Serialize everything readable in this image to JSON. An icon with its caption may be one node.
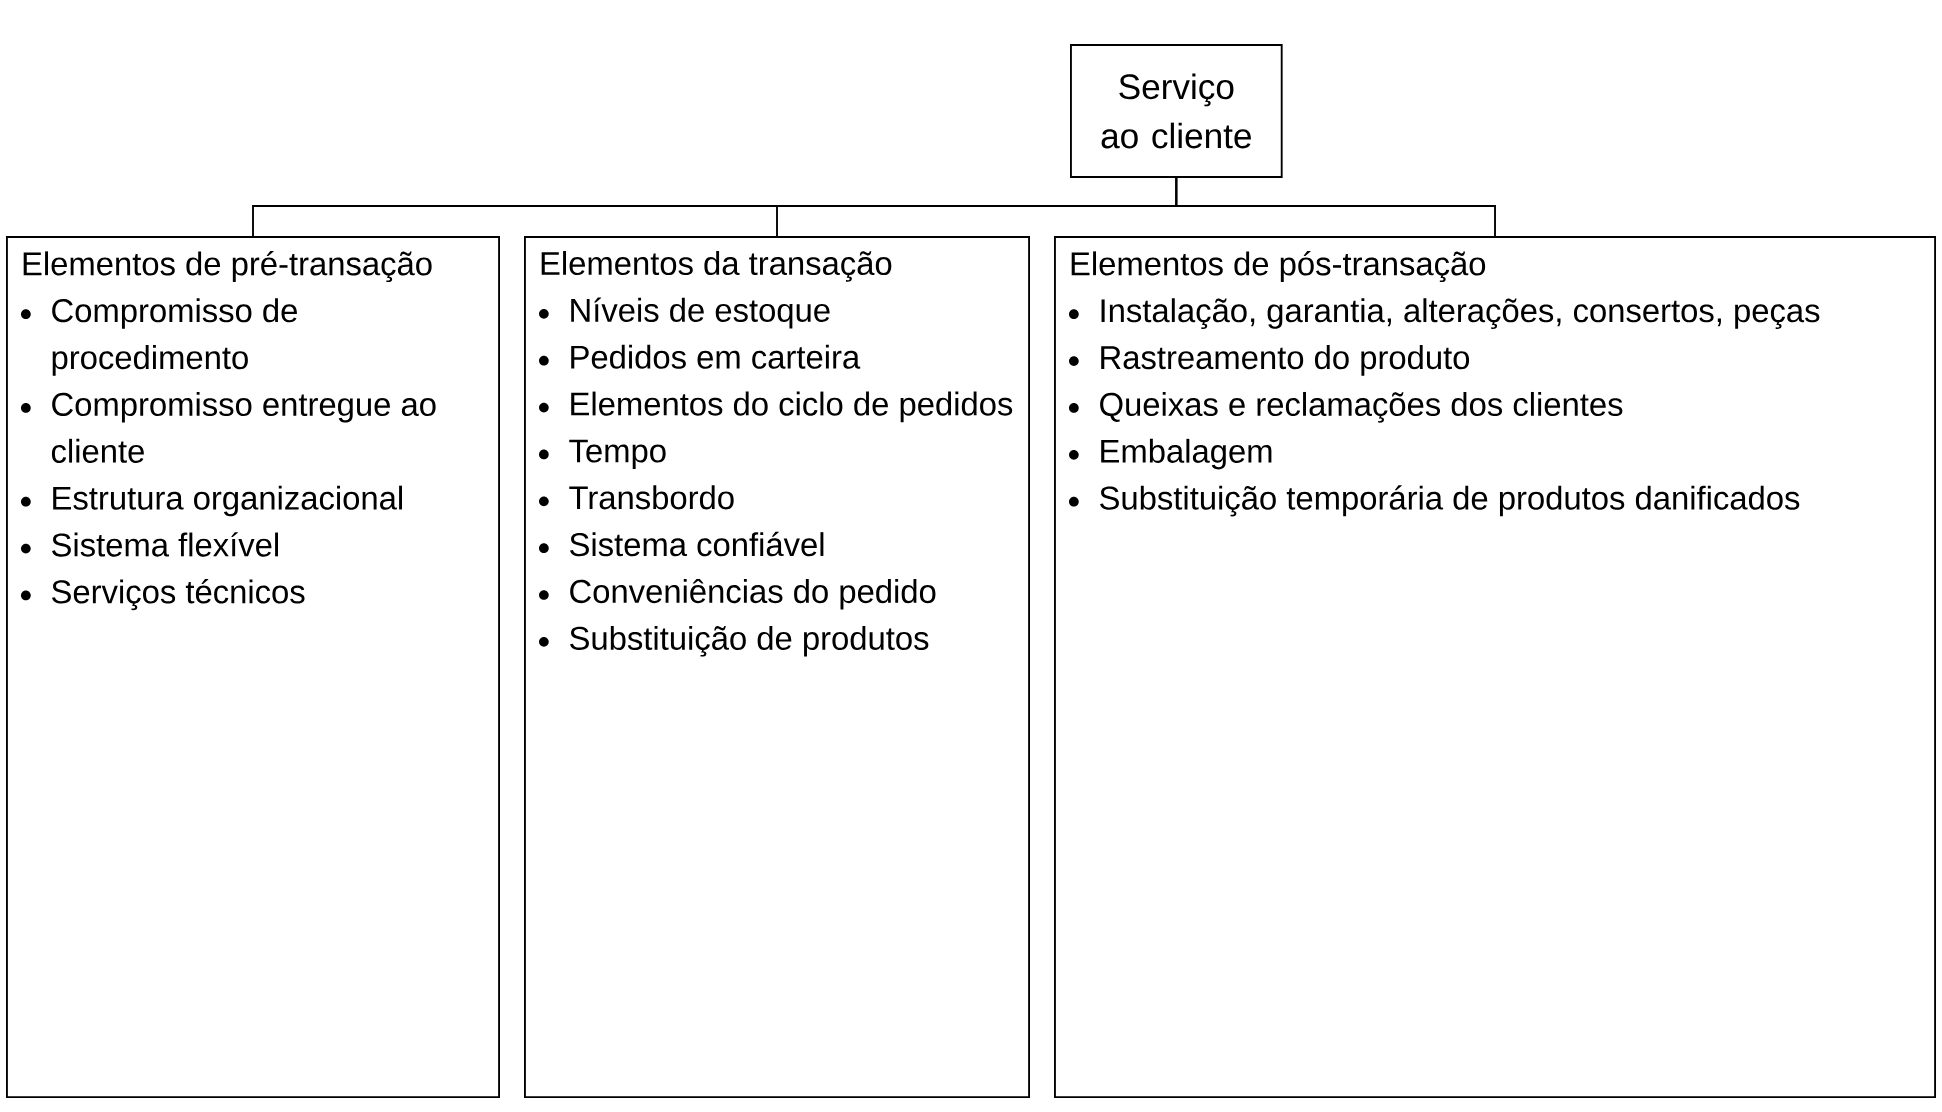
{
  "diagram": {
    "nodes": [
      {
        "text": [
          "Serviço ao cliente"
        ]
      },
      {
        "text": [
          "Elementos de pré-transação",
          "Compromisso de procedimento",
          "Compromisso entregue ao cliente",
          "Estrutura organizacional",
          "Sistema flexível",
          "Serviços técnicos"
        ]
      },
      {
        "text": [
          "Elementos da transação",
          "Níveis de estoque",
          "Pedidos em carteira",
          "Elementos do ciclo de pedidos",
          "Tempo",
          "Transbordo",
          "Sistema confiável",
          "Conveniências do pedido",
          "Substituição de produtos"
        ]
      },
      {
        "text": [
          "Elementos de pós-transação",
          "Instalação, garantia, alterações, consertos, peças",
          "Rastreamento do produto",
          "Queixas e reclamações dos clientes",
          "Embalagem",
          "Substituição temporária de produtos danificados"
        ]
      }
    ],
    "edges": [
      {
        "from": 0,
        "to": 1,
        "arrow": "none"
      },
      {
        "from": 0,
        "to": 2,
        "arrow": "none"
      },
      {
        "from": 0,
        "to": 3,
        "arrow": "none"
      }
    ]
  }
}
